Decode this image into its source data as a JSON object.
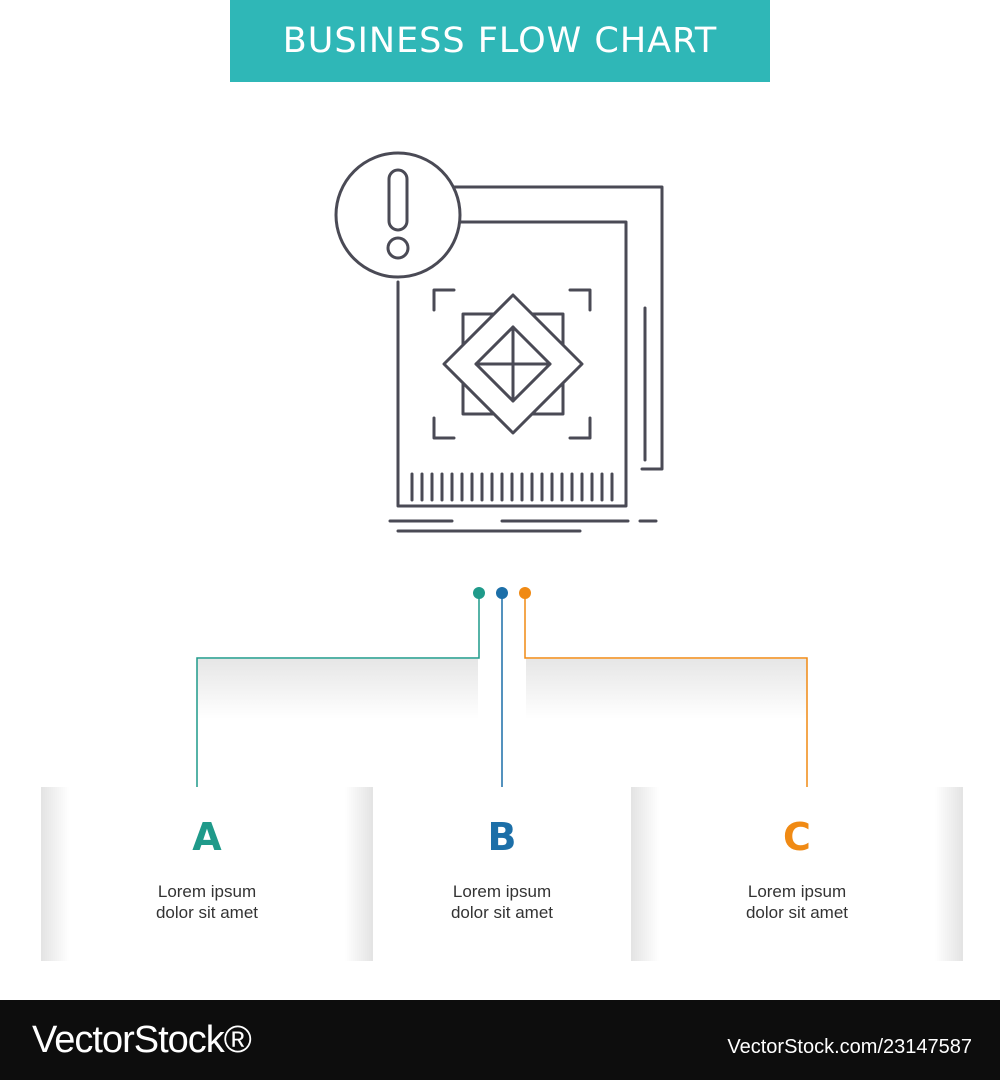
{
  "header": {
    "title": "BUSINESS FLOW CHART"
  },
  "colors": {
    "banner": "#2fb7b7",
    "icon_stroke": "#4a4a55",
    "branch_a": "#1f9a8a",
    "branch_b": "#1c6fa8",
    "branch_c": "#f08a14",
    "footer_bg": "#0d0d0d"
  },
  "icon": {
    "name": "document-warning-diamond-icon"
  },
  "steps": [
    {
      "letter": "A",
      "line1": "Lorem ipsum",
      "line2": "dolor sit amet"
    },
    {
      "letter": "B",
      "line1": "Lorem ipsum",
      "line2": "dolor sit amet"
    },
    {
      "letter": "C",
      "line1": "Lorem ipsum",
      "line2": "dolor sit amet"
    }
  ],
  "footer": {
    "logo": "VectorStock®",
    "image_id": "VectorStock.com/23147587"
  }
}
